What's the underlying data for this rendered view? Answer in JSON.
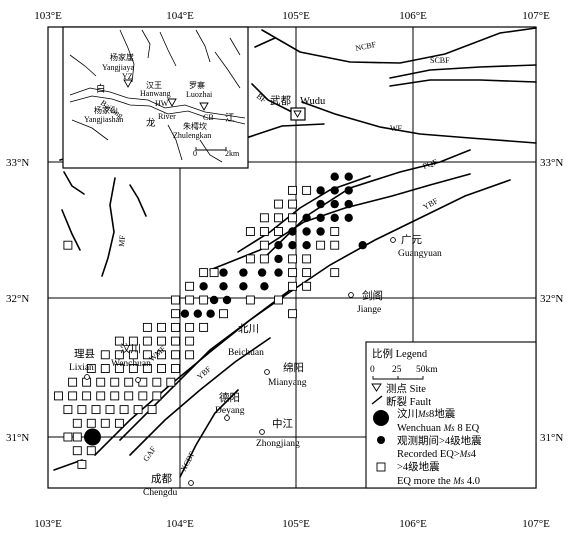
{
  "map": {
    "lon_labels": [
      "103°E",
      "104°E",
      "105°E",
      "106°E",
      "107°E"
    ],
    "lat_labels": [
      "33°N",
      "32°N",
      "31°N"
    ],
    "cities": [
      {
        "id": "wudu",
        "zh": "武都",
        "en": "Wudu"
      },
      {
        "id": "guangyuan",
        "zh": "广元",
        "en": "Guangyuan"
      },
      {
        "id": "jiange",
        "zh": "剑阁",
        "en": "Jiange"
      },
      {
        "id": "beichuan",
        "zh": "北川",
        "en": "Beichuan"
      },
      {
        "id": "wenchuan",
        "zh": "汶川",
        "en": "Wenchuan"
      },
      {
        "id": "lixian",
        "zh": "理县",
        "en": "Lixian"
      },
      {
        "id": "mianyang",
        "zh": "绵阳",
        "en": "Mianyang"
      },
      {
        "id": "deyang",
        "zh": "德阳",
        "en": "Deyang"
      },
      {
        "id": "zhongjiang",
        "zh": "中江",
        "en": "Zhongjiang"
      },
      {
        "id": "chengdu",
        "zh": "成都",
        "en": "Chengdu"
      }
    ],
    "faults": [
      "NCBF",
      "SCBF",
      "WF",
      "PQF",
      "YBF",
      "BF",
      "MF",
      "WMF",
      "YBF",
      "GAF",
      "XCDF"
    ]
  },
  "inset": {
    "sites": [
      {
        "code": "YZ",
        "zh": "杨家崖",
        "en": "Yangjiaya"
      },
      {
        "code": "HW",
        "zh": "汉王",
        "en": "Hanwang"
      },
      {
        "code": "CB",
        "zh": "罗寨",
        "en": "Luozhai"
      }
    ],
    "places": [
      {
        "zh": "杨家山",
        "en": "Yangjiashan"
      },
      {
        "zh": "朱樗坎",
        "en": "Zhulengkan"
      }
    ],
    "river": {
      "zh_left": "白",
      "zh_mid": "龙",
      "zh_right": "江",
      "en": "River",
      "en_left": "Bailong"
    },
    "scale": {
      "start": "0",
      "end": "2km"
    }
  },
  "legend": {
    "title": "比例 Legend",
    "scale_ticks": [
      "0",
      "25",
      "50km"
    ],
    "items": [
      {
        "id": "site",
        "line1": "测点 Site"
      },
      {
        "id": "fault",
        "line1": "断裂 Fault"
      },
      {
        "id": "ms8",
        "line1_zh": "汶川",
        "line1_ms": "Ms",
        "line1_rest": "8地震",
        "line2_pre": "Wenchuan ",
        "line2_ms": "Ms",
        "line2_post": " 8 EQ"
      },
      {
        "id": "ms4_recorded",
        "line1": "观测期间>4级地震",
        "line2_pre": "Recorded EQ>",
        "line2_ms": "Ms",
        "line2_post": "4"
      },
      {
        "id": "ms4_more",
        "line1": ">4级地震",
        "line2_pre": "EQ more the ",
        "line2_ms": "Ms",
        "line2_post": " 4.0"
      }
    ]
  },
  "colors": {
    "ink": "#000000",
    "paper": "#ffffff"
  },
  "earthquakes": {
    "mainshock": {
      "lon": 103.38,
      "lat": 31.0,
      "magnitude": "Ms 8"
    },
    "recorded_gt4": [
      [
        105.45,
        32.9
      ],
      [
        105.57,
        32.9
      ],
      [
        105.33,
        32.8
      ],
      [
        105.45,
        32.8
      ],
      [
        105.57,
        32.8
      ],
      [
        105.33,
        32.7
      ],
      [
        105.45,
        32.7
      ],
      [
        105.57,
        32.7
      ],
      [
        105.21,
        32.6
      ],
      [
        105.33,
        32.6
      ],
      [
        105.45,
        32.6
      ],
      [
        105.57,
        32.6
      ],
      [
        105.09,
        32.5
      ],
      [
        105.21,
        32.5
      ],
      [
        105.33,
        32.5
      ],
      [
        104.97,
        32.4
      ],
      [
        105.09,
        32.4
      ],
      [
        105.21,
        32.4
      ],
      [
        105.69,
        32.4
      ],
      [
        104.97,
        32.3
      ],
      [
        104.5,
        32.2
      ],
      [
        104.67,
        32.2
      ],
      [
        104.83,
        32.2
      ],
      [
        104.97,
        32.2
      ],
      [
        104.33,
        32.1
      ],
      [
        104.5,
        32.1
      ],
      [
        104.67,
        32.1
      ],
      [
        104.85,
        32.1
      ],
      [
        104.42,
        32.0
      ],
      [
        104.53,
        32.0
      ],
      [
        104.17,
        31.9
      ],
      [
        104.28,
        31.9
      ],
      [
        104.39,
        31.9
      ]
    ],
    "more_gt4_rows": [
      {
        "lat": 32.8,
        "lons": [
          105.09,
          105.21
        ]
      },
      {
        "lat": 32.7,
        "lons": [
          104.97,
          105.09
        ]
      },
      {
        "lat": 32.6,
        "lons": [
          104.85,
          104.97,
          105.09
        ]
      },
      {
        "lat": 32.5,
        "lons": [
          104.73,
          104.85,
          104.97,
          105.45
        ]
      },
      {
        "lat": 32.4,
        "lons": [
          103.17,
          104.85,
          105.33,
          105.45
        ]
      },
      {
        "lat": 32.3,
        "lons": [
          104.73,
          104.85,
          105.09,
          105.21
        ]
      },
      {
        "lat": 32.2,
        "lons": [
          104.33,
          104.42,
          105.09,
          105.21,
          105.45
        ]
      },
      {
        "lat": 32.1,
        "lons": [
          104.21,
          105.09,
          105.21
        ]
      },
      {
        "lat": 32.0,
        "lons": [
          104.09,
          104.21,
          104.33,
          104.73,
          104.97
        ]
      },
      {
        "lat": 31.9,
        "lons": [
          104.09,
          104.5,
          105.09
        ]
      },
      {
        "lat": 31.8,
        "lons": [
          103.85,
          103.97,
          104.09,
          104.21,
          104.33
        ]
      },
      {
        "lat": 31.7,
        "lons": [
          103.61,
          103.73,
          103.85,
          103.97,
          104.09,
          104.21
        ]
      },
      {
        "lat": 31.6,
        "lons": [
          103.49,
          103.61,
          103.73,
          103.85,
          103.97,
          104.09,
          104.21
        ]
      },
      {
        "lat": 31.5,
        "lons": [
          103.37,
          103.49,
          103.61,
          103.73,
          103.85,
          103.97,
          104.09
        ]
      },
      {
        "lat": 31.4,
        "lons": [
          103.21,
          103.33,
          103.45,
          103.57,
          103.69,
          103.81,
          103.93,
          104.05
        ]
      },
      {
        "lat": 31.3,
        "lons": [
          103.09,
          103.21,
          103.33,
          103.45,
          103.57,
          103.69,
          103.81,
          103.93
        ]
      },
      {
        "lat": 31.2,
        "lons": [
          103.17,
          103.29,
          103.41,
          103.53,
          103.65,
          103.77,
          103.89
        ]
      },
      {
        "lat": 31.1,
        "lons": [
          103.25,
          103.37,
          103.49,
          103.61
        ]
      },
      {
        "lat": 31.0,
        "lons": [
          103.17,
          103.25
        ]
      },
      {
        "lat": 30.9,
        "lons": [
          103.25,
          103.37
        ]
      },
      {
        "lat": 30.8,
        "lons": [
          103.29
        ]
      }
    ]
  }
}
